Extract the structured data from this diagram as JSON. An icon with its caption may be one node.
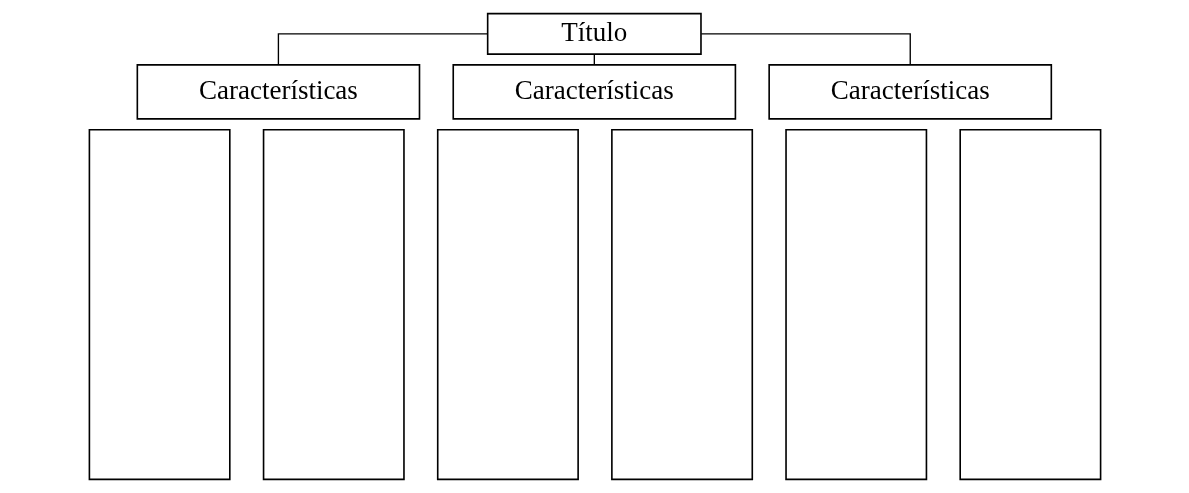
{
  "diagram": {
    "nodes": [
      {
        "text": [
          "Título"
        ]
      },
      {
        "text": [
          "Características"
        ]
      },
      {
        "text": [
          "Características"
        ]
      },
      {
        "text": [
          "Características"
        ]
      },
      {
        "text": [],
        "shape": "box"
      },
      {
        "text": [],
        "shape": "box"
      },
      {
        "text": [],
        "shape": "box"
      },
      {
        "text": [],
        "shape": "box"
      },
      {
        "text": [],
        "shape": "box"
      },
      {
        "text": [],
        "shape": "box"
      }
    ],
    "edges": [
      {
        "from": 0,
        "to": 1,
        "arrow": "none"
      },
      {
        "from": 0,
        "to": 2,
        "arrow": "none"
      },
      {
        "from": 0,
        "to": 3,
        "arrow": "none"
      }
    ]
  }
}
